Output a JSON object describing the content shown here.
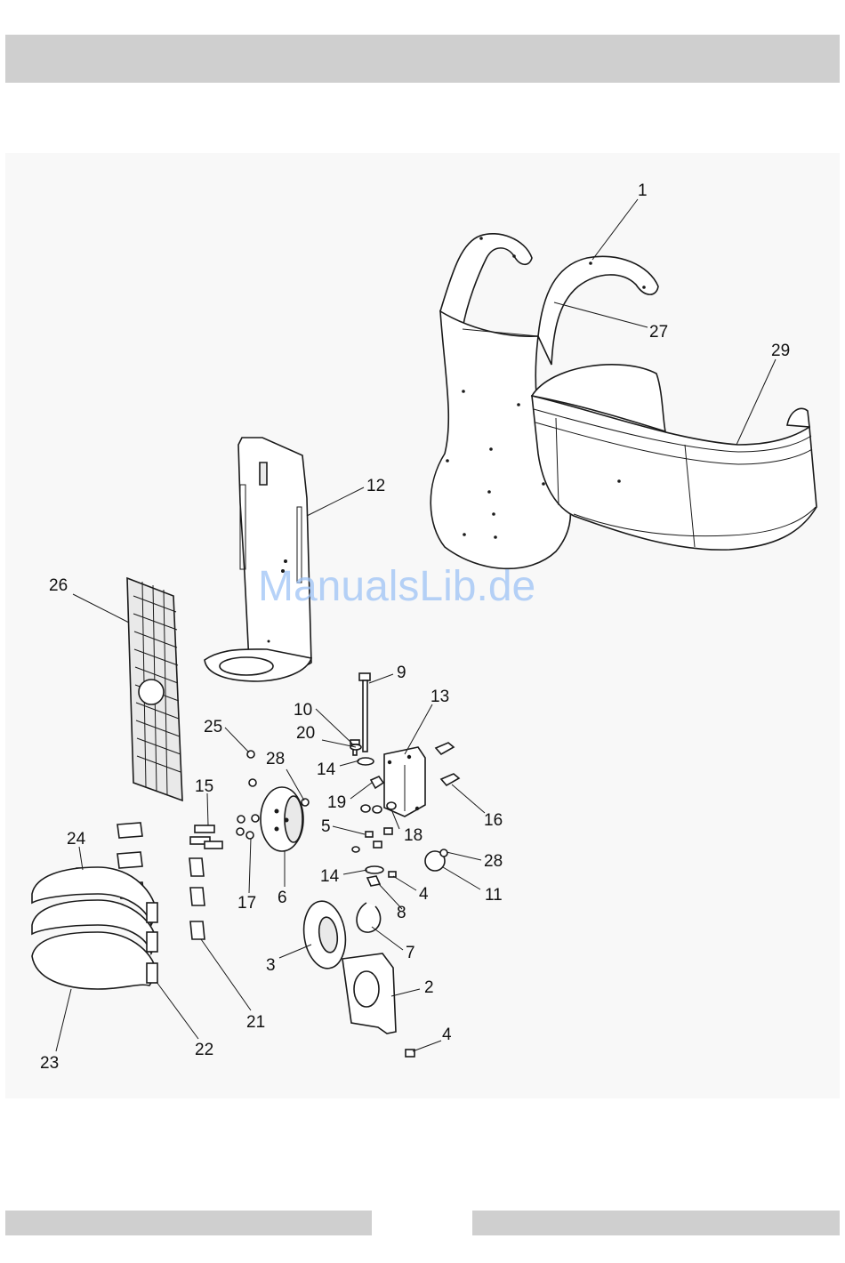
{
  "header": {
    "band_color": "#cfcfcf"
  },
  "diagram": {
    "watermark": "ManualsLib.de",
    "callouts": [
      {
        "id": "c1",
        "label": "1"
      },
      {
        "id": "c27",
        "label": "27"
      },
      {
        "id": "c29",
        "label": "29"
      },
      {
        "id": "c12",
        "label": "12"
      },
      {
        "id": "c26",
        "label": "26"
      },
      {
        "id": "c9",
        "label": "9"
      },
      {
        "id": "c10",
        "label": "10"
      },
      {
        "id": "c13",
        "label": "13"
      },
      {
        "id": "c25",
        "label": "25"
      },
      {
        "id": "c20",
        "label": "20"
      },
      {
        "id": "c28a",
        "label": "28"
      },
      {
        "id": "c14a",
        "label": "14"
      },
      {
        "id": "c15",
        "label": "15"
      },
      {
        "id": "c19",
        "label": "19"
      },
      {
        "id": "c16",
        "label": "16"
      },
      {
        "id": "c18",
        "label": "18"
      },
      {
        "id": "c5",
        "label": "5"
      },
      {
        "id": "c24",
        "label": "24"
      },
      {
        "id": "c28b",
        "label": "28"
      },
      {
        "id": "c14b",
        "label": "14"
      },
      {
        "id": "c4a",
        "label": "4"
      },
      {
        "id": "c11",
        "label": "11"
      },
      {
        "id": "c17",
        "label": "17"
      },
      {
        "id": "c6",
        "label": "6"
      },
      {
        "id": "c8",
        "label": "8"
      },
      {
        "id": "c7",
        "label": "7"
      },
      {
        "id": "c3",
        "label": "3"
      },
      {
        "id": "c2",
        "label": "2"
      },
      {
        "id": "c21",
        "label": "21"
      },
      {
        "id": "c22",
        "label": "22"
      },
      {
        "id": "c4b",
        "label": "4"
      },
      {
        "id": "c23",
        "label": "23"
      }
    ]
  }
}
